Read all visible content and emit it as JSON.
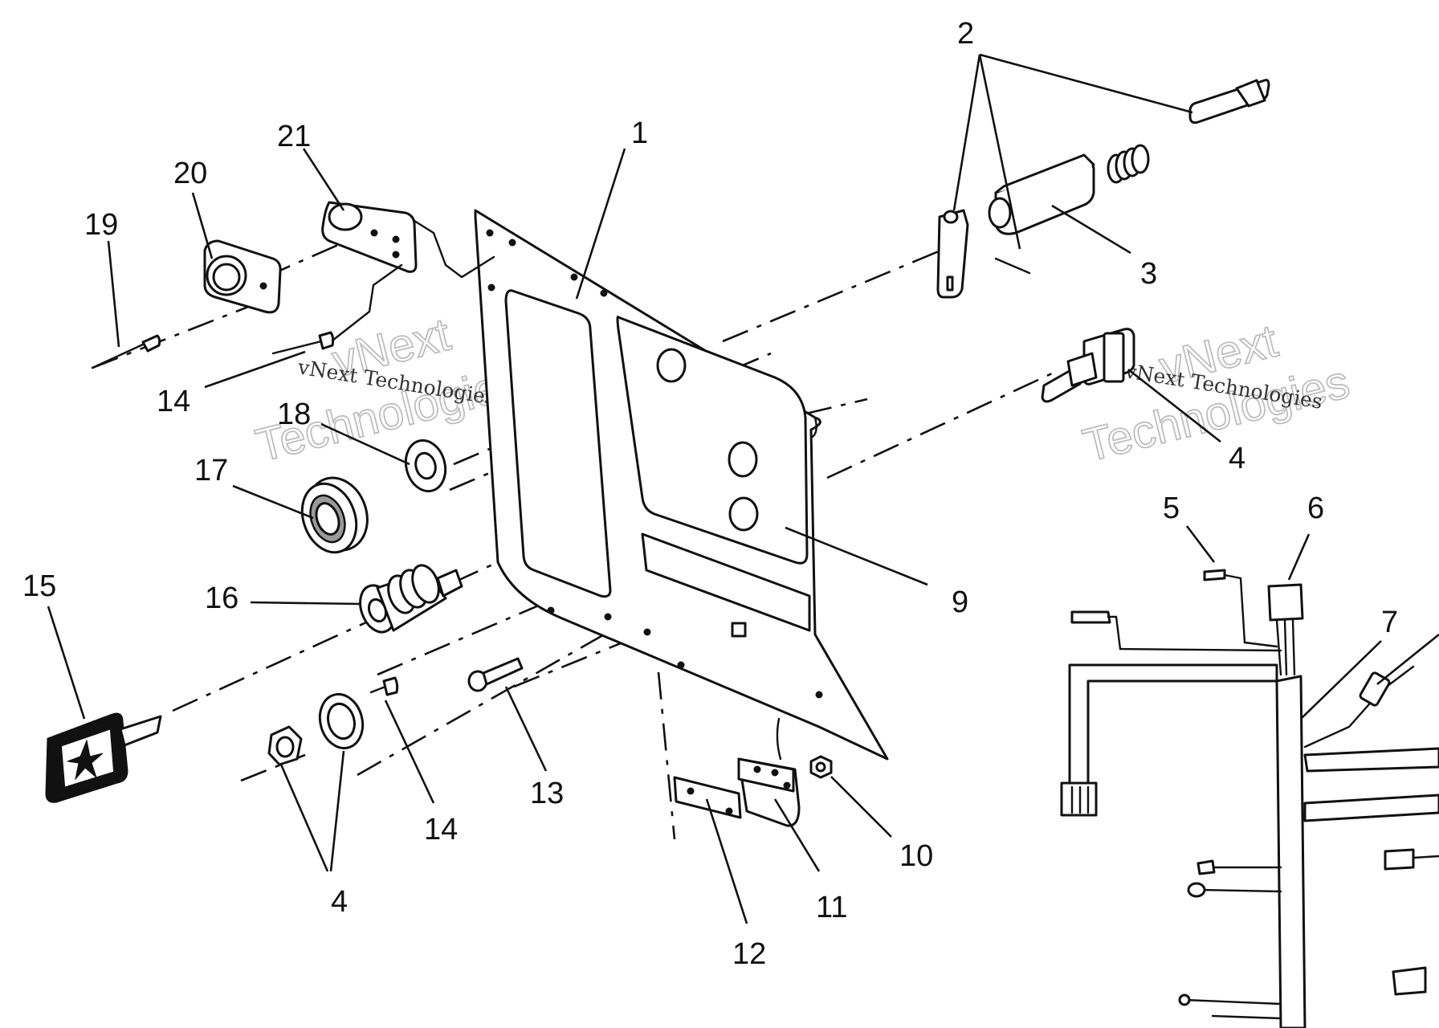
{
  "diagram": {
    "watermarks": [
      {
        "top": "vNext",
        "bottom": "Technologies",
        "caption": "vNext Technologies"
      },
      {
        "top": "vNext",
        "bottom": "Technologies",
        "caption": "vNext Technologies"
      }
    ],
    "callouts": {
      "p1": "1",
      "p2": "2",
      "p3": "3",
      "p4a": "4",
      "p4b": "4",
      "p5": "5",
      "p6": "6",
      "p7": "7",
      "p9": "9",
      "p10": "10",
      "p11": "11",
      "p12": "12",
      "p13": "13",
      "p14a": "14",
      "p14b": "14",
      "p15": "15",
      "p16": "16",
      "p17": "17",
      "p18": "18",
      "p19": "19",
      "p20": "20",
      "p21": "21"
    }
  }
}
